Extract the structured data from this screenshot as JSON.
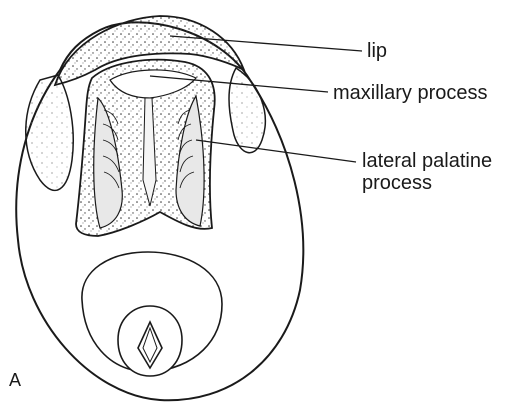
{
  "panel_letter": "A",
  "labels": {
    "lip": "lip",
    "maxillary_process": "maxillary process",
    "lateral_palatine_line1": "lateral palatine",
    "lateral_palatine_line2": "process"
  }
}
